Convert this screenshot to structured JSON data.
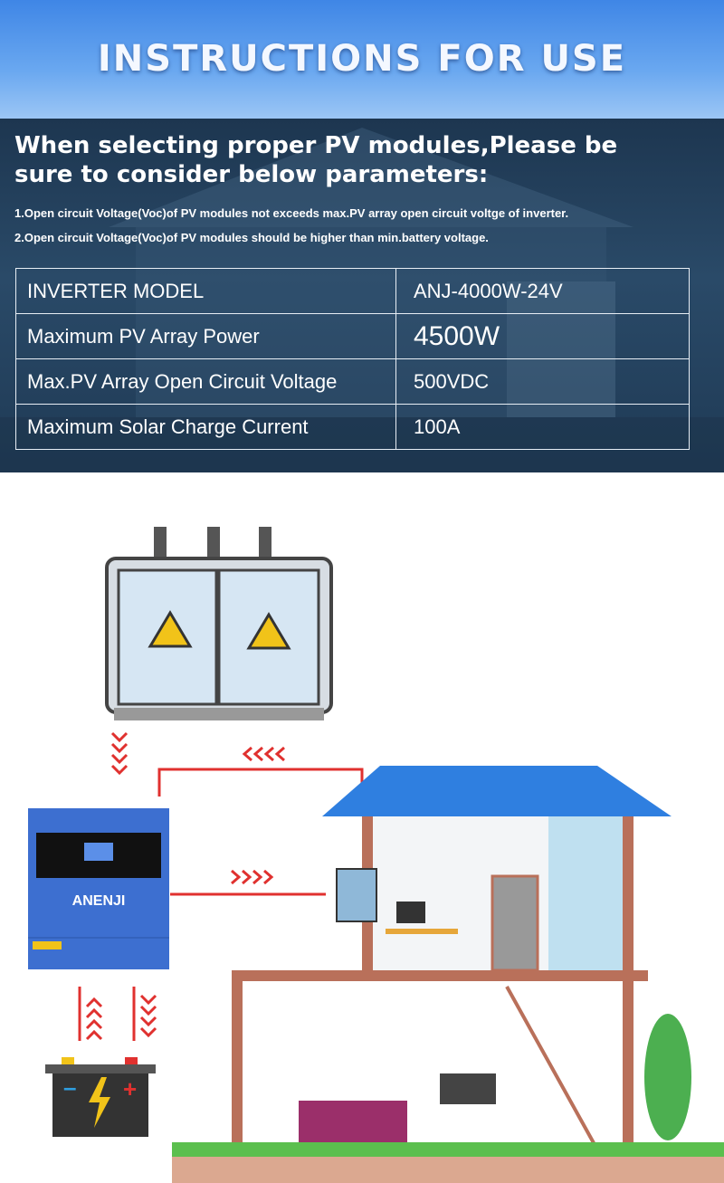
{
  "banner": {
    "title": "INSTRUCTIONS FOR USE"
  },
  "intro": {
    "heading": "When selecting proper PV modules,Please be sure to consider below parameters:",
    "notes": [
      "1.Open circuit Voltage(Voc)of PV modules not exceeds max.PV array open circuit voltge of inverter.",
      "2.Open circuit Voltage(Voc)of PV modules should be higher than min.battery voltage."
    ]
  },
  "spec_table": {
    "rows": [
      {
        "label": "INVERTER MODEL",
        "value": "ANJ-4000W-24V"
      },
      {
        "label": "Maximum PV Array Power",
        "value": "4500W"
      },
      {
        "label": "Max.PV Array Open Circuit Voltage",
        "value": "500VDC"
      },
      {
        "label": "Maximum Solar Charge Current",
        "value": "100A"
      }
    ]
  },
  "diagram": {
    "inverter_brand": "ANENJI",
    "colors": {
      "arrow": "#e0312f",
      "inverter": "#3d6fd0",
      "solar": "#2f7fe0",
      "wall": "#b9705a",
      "ground": "#5bbf4e"
    }
  }
}
